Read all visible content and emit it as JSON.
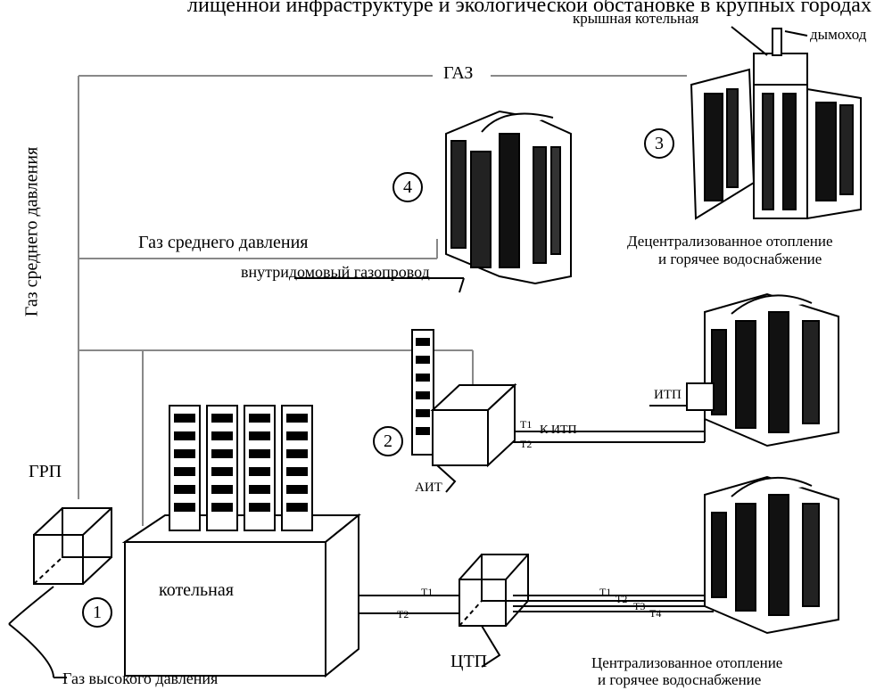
{
  "header_text": "лищённой инфраструктуре и экологической обстановке в крупных городах",
  "labels": {
    "gas_top": "ГАЗ",
    "gas_medium_vertical": "Газ среднего давления",
    "gas_medium_horizontal": "Газ среднего давления",
    "in_house_pipeline": "внутридомовый газопровод",
    "roof_boiler": "крышная котельная",
    "chimney": "дымоход",
    "decentralized_1": "Децентрализованное отопление",
    "decentralized_2": "и горячее водоснабжение",
    "itp": "ИТП",
    "to_itp": "К ИТП",
    "ait": "АИТ",
    "grp": "ГРП",
    "boiler_house": "котельная",
    "ctp": "ЦТП",
    "high_pressure_gas": "Газ высокого давления",
    "centralized_1": "Централизованное отопление",
    "centralized_2": "и горячее водоснабжение",
    "t1": "Т1",
    "t2": "Т2",
    "t3": "Т3",
    "t4": "Т4"
  },
  "markers": [
    "1",
    "2",
    "3",
    "4"
  ]
}
